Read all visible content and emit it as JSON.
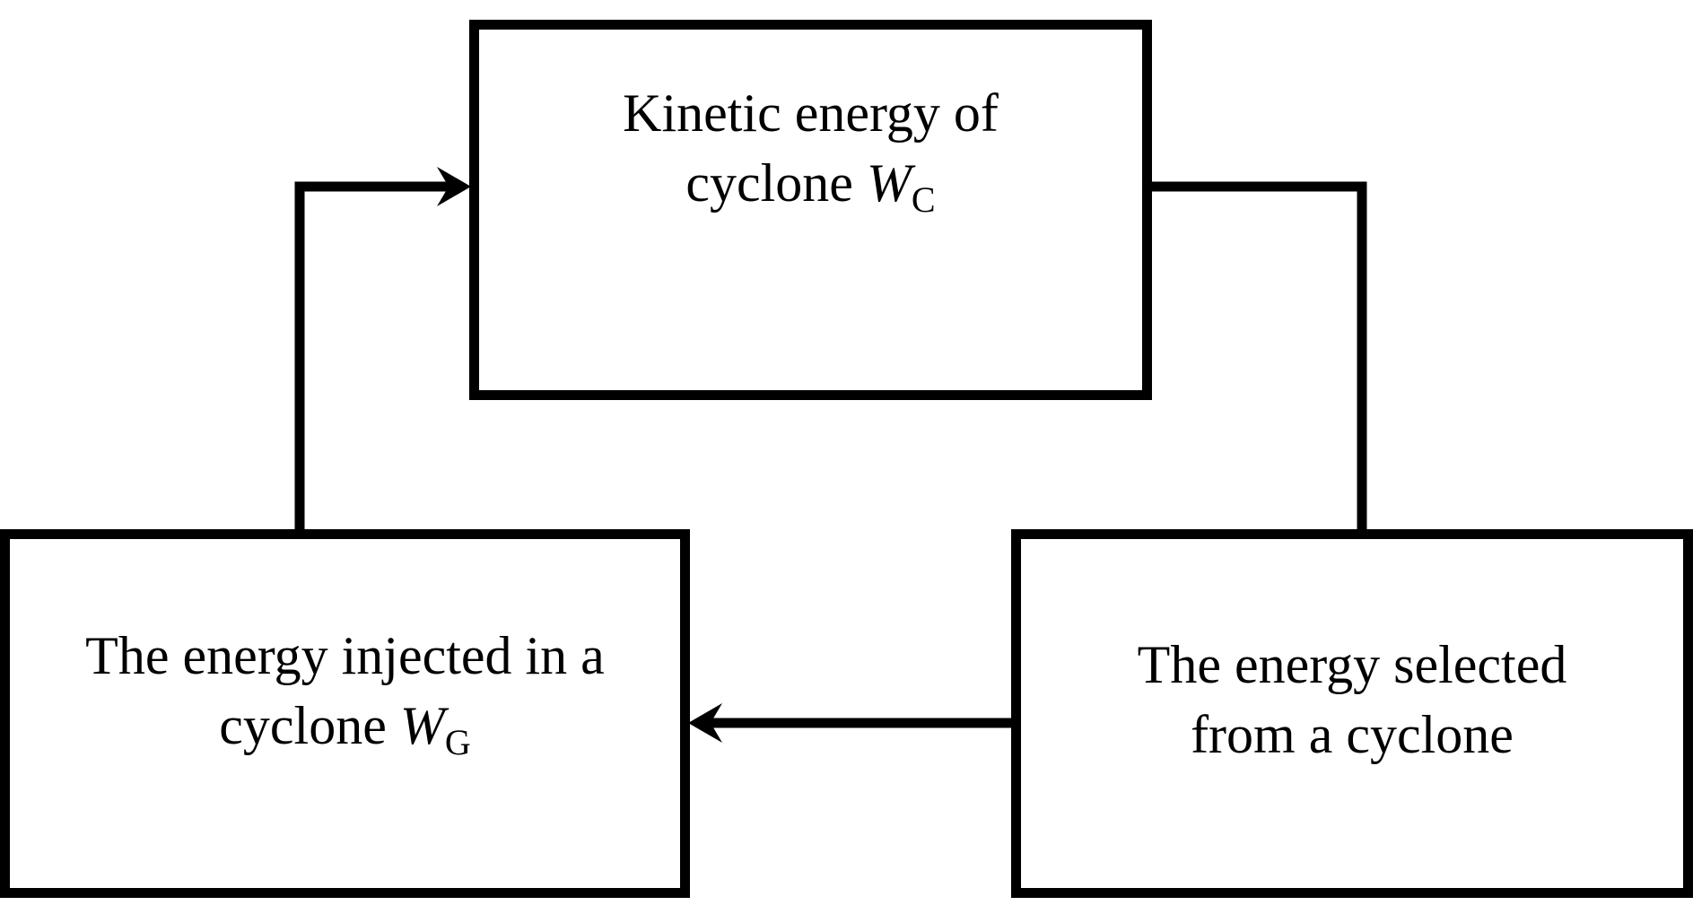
{
  "boxes": {
    "kinetic": {
      "line1": "Kinetic energy of",
      "line2_text": "cyclone ",
      "variable": "W",
      "subscript": "C"
    },
    "injected": {
      "line1": "The energy injected in a",
      "line2_text": "cyclone ",
      "variable": "W",
      "subscript": "G"
    },
    "selected": {
      "line1": "The energy selected",
      "line2": "from a cyclone"
    }
  },
  "colors": {
    "stroke": "#000000",
    "background": "#ffffff"
  }
}
